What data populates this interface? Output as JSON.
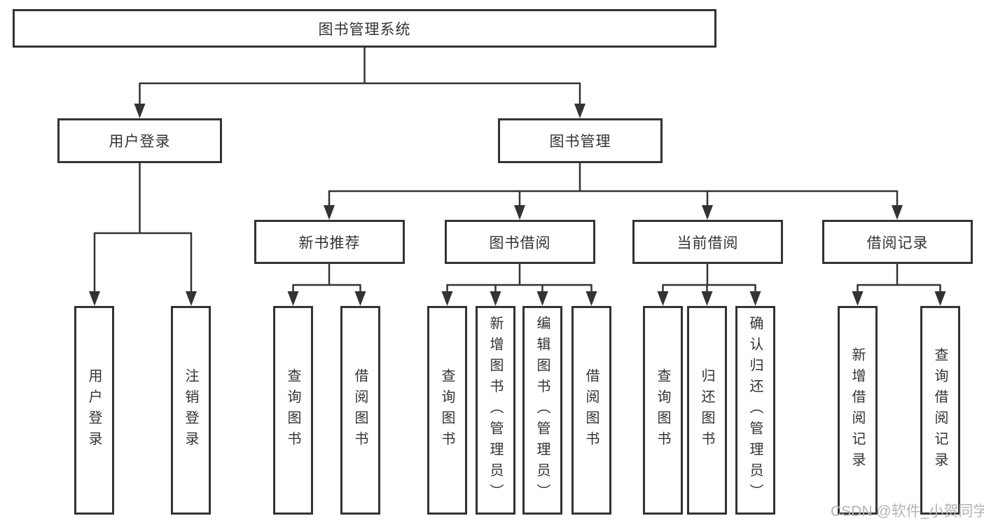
{
  "tree": {
    "root": {
      "label": "图书管理系统"
    },
    "branches": [
      {
        "label": "用户登录",
        "children": [
          {
            "label": "用户登录"
          },
          {
            "label": "注销登录"
          }
        ]
      },
      {
        "label": "图书管理",
        "groups": [
          {
            "label": "新书推荐",
            "children": [
              {
                "label": "查询图书"
              },
              {
                "label": "借阅图书"
              }
            ]
          },
          {
            "label": "图书借阅",
            "children": [
              {
                "label": "查询图书"
              },
              {
                "label": "新增图书（管理员）"
              },
              {
                "label": "编辑图书（管理员）"
              },
              {
                "label": "借阅图书"
              }
            ]
          },
          {
            "label": "当前借阅",
            "children": [
              {
                "label": "查询图书"
              },
              {
                "label": "归还图书"
              },
              {
                "label": "确认归还（管理员）"
              }
            ]
          },
          {
            "label": "借阅记录",
            "children": [
              {
                "label": "新增借阅记录"
              },
              {
                "label": "查询借阅记录"
              }
            ]
          }
        ]
      }
    ]
  },
  "watermark": {
    "text": "CSDN @软件_小贺同学"
  },
  "colors": {
    "line": "#333333",
    "box_border": "#333333",
    "text": "#333333",
    "watermark": "#b3b3b3",
    "background": "#ffffff"
  }
}
